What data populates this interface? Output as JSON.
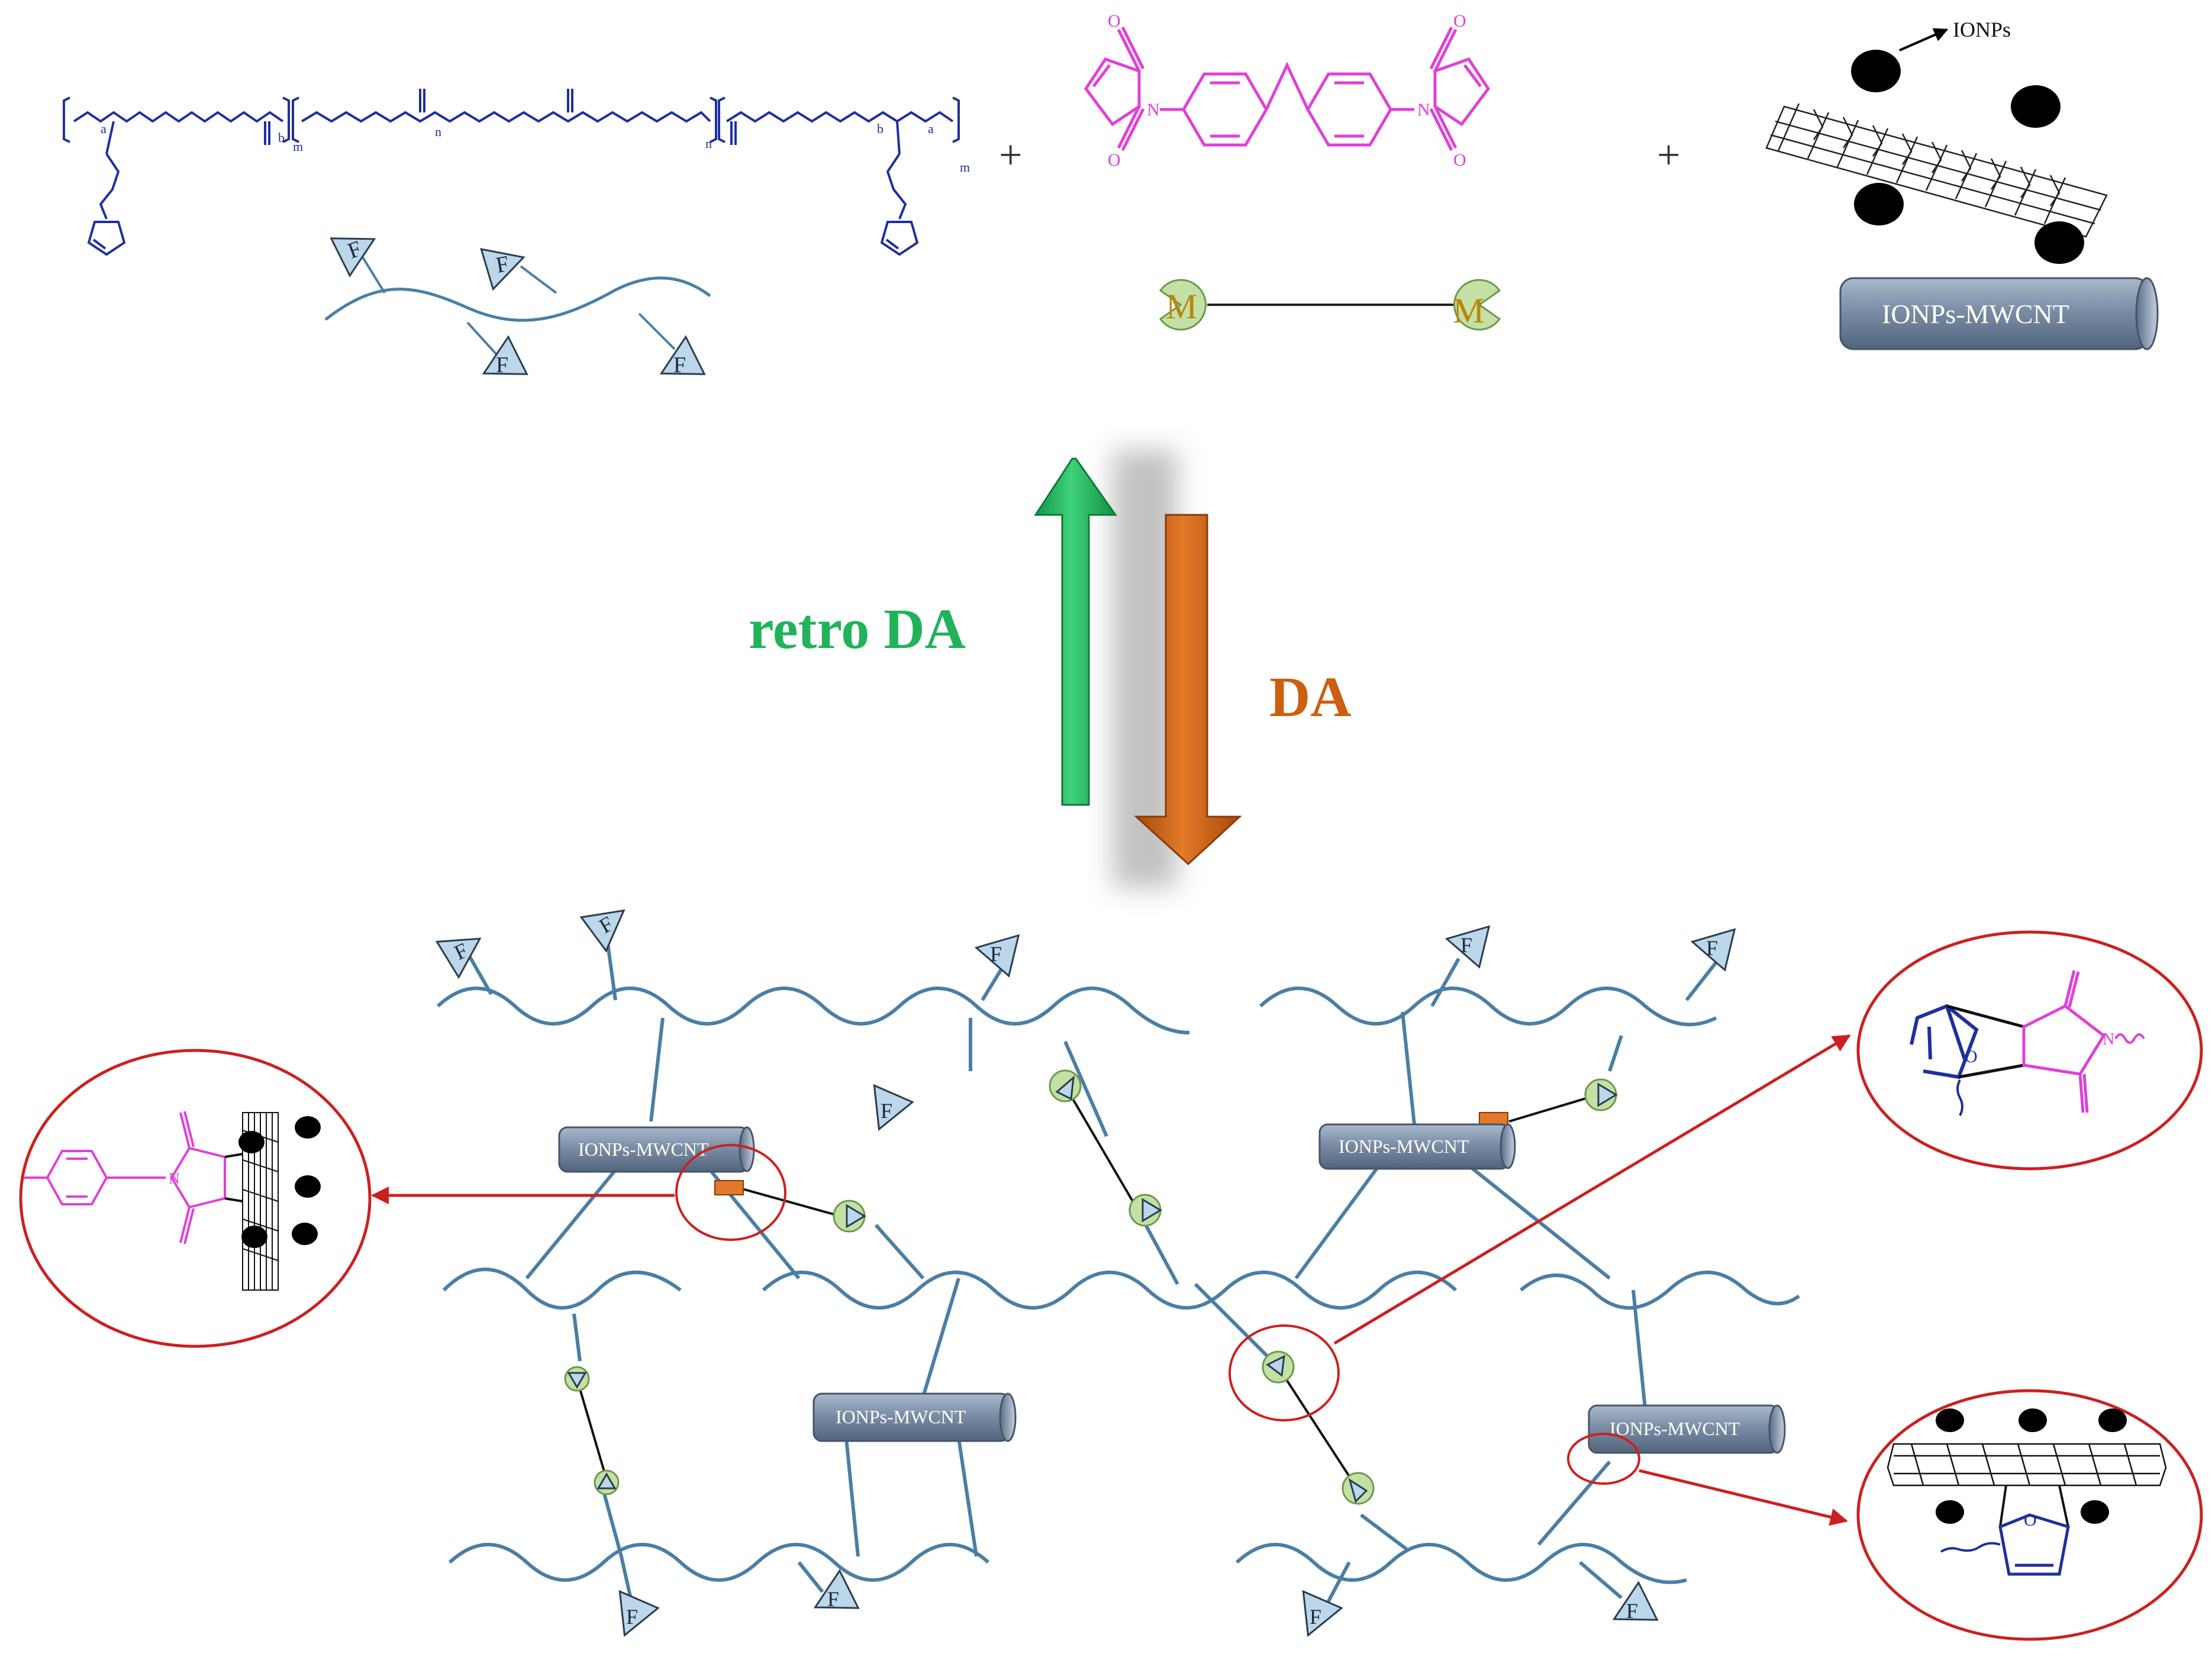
{
  "colors": {
    "polymer_blue": "#1f2f9e",
    "maleimide_magenta": "#e040d8",
    "chain_blue": "#4a7ea5",
    "triangle_fill": "#bcd6ea",
    "pacman_fill": "#c5e0a5",
    "pacman_stroke": "#6a9a4a",
    "tube_fill": "#7b8ea6",
    "arrow_green": "#20b35a",
    "arrow_orange": "#cc5f10",
    "callout_red": "#cc2020",
    "text_gold": "#b8860b",
    "connector_orange": "#e2782a"
  },
  "top_row": {
    "polymer_subscripts": [
      "a",
      "b",
      "m",
      "n",
      "n",
      "b",
      "a",
      "m"
    ],
    "plus_signs": [
      "+",
      "+"
    ],
    "maleimide_atom_label": "N",
    "oxygen_label": "O",
    "furan_symbol": "F",
    "maleimide_symbol": "M",
    "ionps_label": "IONPs",
    "tube_label": "IONPs-MWCNT"
  },
  "reaction": {
    "retro_label": "retro DA",
    "forward_label": "DA"
  },
  "network": {
    "tube_labels": [
      "IONPs-MWCNT",
      "IONPs-MWCNT",
      "IONPs-MWCNT",
      "IONPs-MWCNT"
    ],
    "furan_symbol": "F"
  },
  "callouts": {
    "oxa_bridge_atom": "O",
    "nitrogen_atom": "N"
  }
}
